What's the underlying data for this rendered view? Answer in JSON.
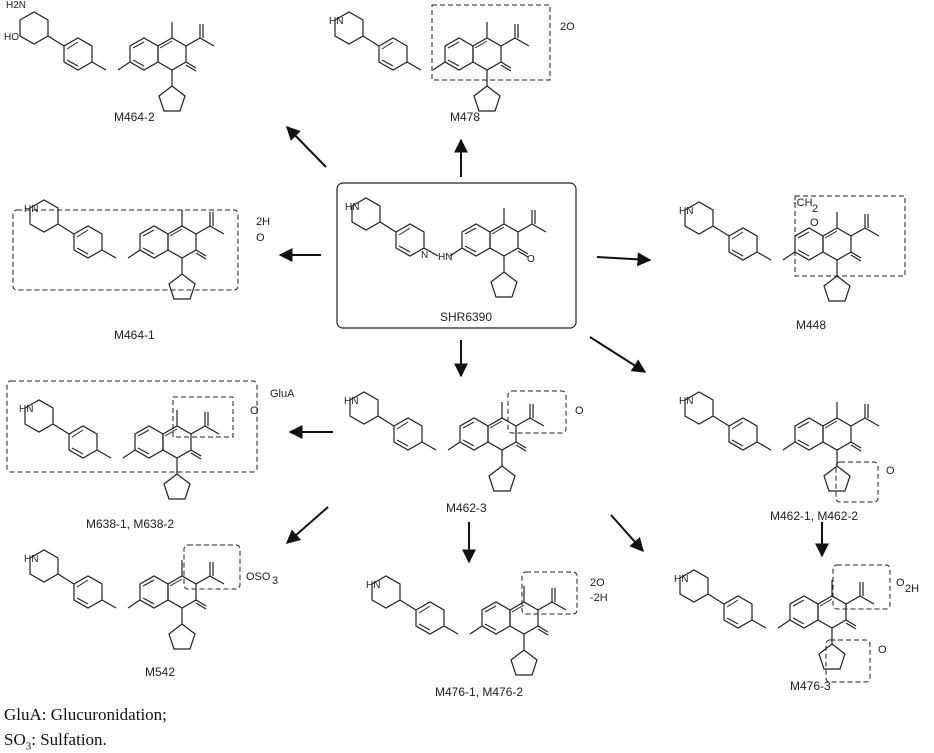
{
  "diagram": {
    "parent": {
      "label": "SHR6390"
    },
    "metabolites": [
      {
        "id": "M464-2",
        "label": "M464-2",
        "annotations": []
      },
      {
        "id": "M478",
        "label": "M478",
        "annotations": [
          "2O"
        ]
      },
      {
        "id": "M448",
        "label": "M448",
        "annotations": [
          "-CH",
          "2",
          "O"
        ]
      },
      {
        "id": "M464-1",
        "label": "M464-1",
        "annotations": [
          "2H",
          "O"
        ]
      },
      {
        "id": "M462-3",
        "label": "M462-3",
        "annotations": [
          "O"
        ]
      },
      {
        "id": "M638",
        "label": "M638-1, M638-2",
        "annotations": [
          "GluA",
          "O"
        ]
      },
      {
        "id": "M462-12",
        "label": "M462-1, M462-2",
        "annotations": [
          "O"
        ]
      },
      {
        "id": "M542",
        "label": "M542",
        "annotations": [
          "OSO",
          "3"
        ]
      },
      {
        "id": "M476-12",
        "label": "M476-1, M476-2",
        "annotations": [
          "2O",
          "-2H"
        ]
      },
      {
        "id": "M476-3",
        "label": "M476-3",
        "annotations": [
          "O",
          "2H",
          "O"
        ]
      }
    ],
    "atoms": {
      "nitrogen": "N",
      "hydrogen_amine": "HN",
      "amine_link": "H",
      "oxygen": "O"
    },
    "side_chain_m464_2": {
      "amine": "H2N",
      "alcohol": "HO"
    }
  },
  "legend": {
    "glua_symbol": "GluA",
    "glua_text": ": Glucuronidation;",
    "so3_symbol": "SO",
    "so3_sub": "3",
    "so3_text": ": Sulfation."
  }
}
